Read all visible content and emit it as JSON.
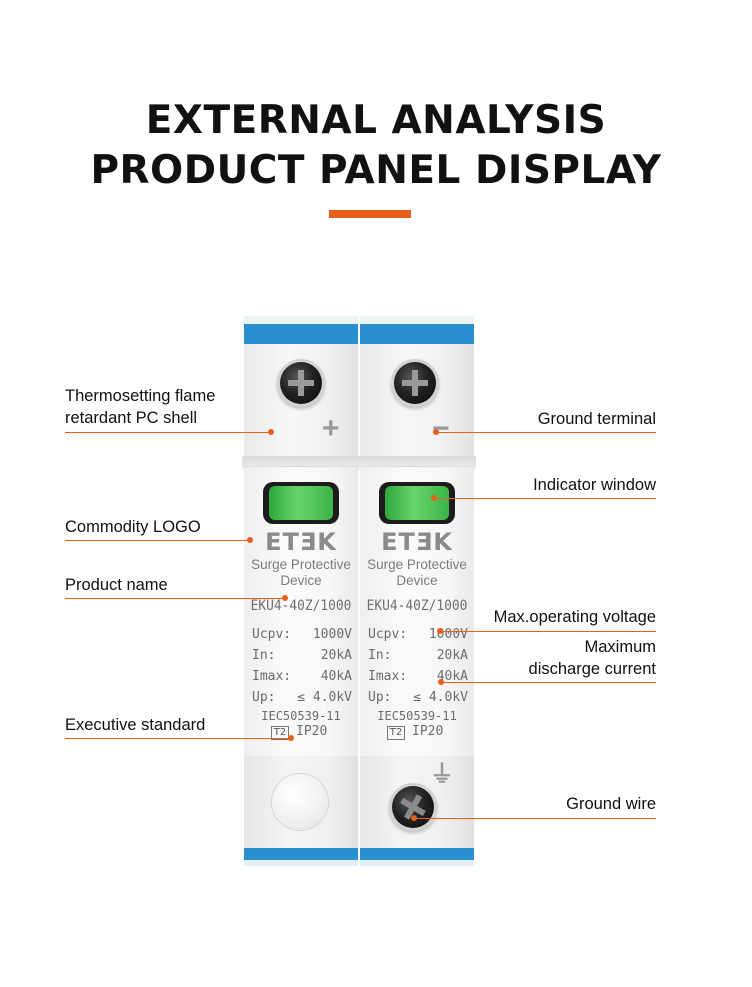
{
  "header": {
    "title_line1": "EXTERNAL ANALYSIS",
    "title_line2": "PRODUCT PANEL DISPLAY"
  },
  "device": {
    "logo": "ETƎK",
    "device_type": "Surge Protective Device",
    "device_type_line1": "Surge Protective",
    "device_type_line2": "Device",
    "model": "EKU4-40Z/1000",
    "specs": [
      {
        "label": "Ucpv:",
        "value": "1000V"
      },
      {
        "label": "In:",
        "value": "20kA"
      },
      {
        "label": "Imax:",
        "value": "40kA"
      },
      {
        "label": "Up:",
        "value": "≤ 4.0kV"
      }
    ],
    "standard": "IEC50539-11",
    "class_badge": "T2",
    "ip_rating": "IP20",
    "plus_sign": "+",
    "minus_sign": "−",
    "ground_symbol": "⏚"
  },
  "callouts": {
    "shell_line1": "Thermosetting flame",
    "shell_line2": "retardant PC shell",
    "ground_terminal": "Ground terminal",
    "indicator_window": "Indicator window",
    "commodity_logo": "Commodity LOGO",
    "product_name": "Product name",
    "max_operating_voltage": "Max.operating voltage",
    "max_discharge_line1": "Maximum",
    "max_discharge_line2": "discharge current",
    "executive_standard": "Executive standard",
    "ground_wire": "Ground wire"
  },
  "colors": {
    "accent": "#e8601c",
    "cap_blue": "#2a8fce",
    "indicator_green": "#4cc457"
  }
}
